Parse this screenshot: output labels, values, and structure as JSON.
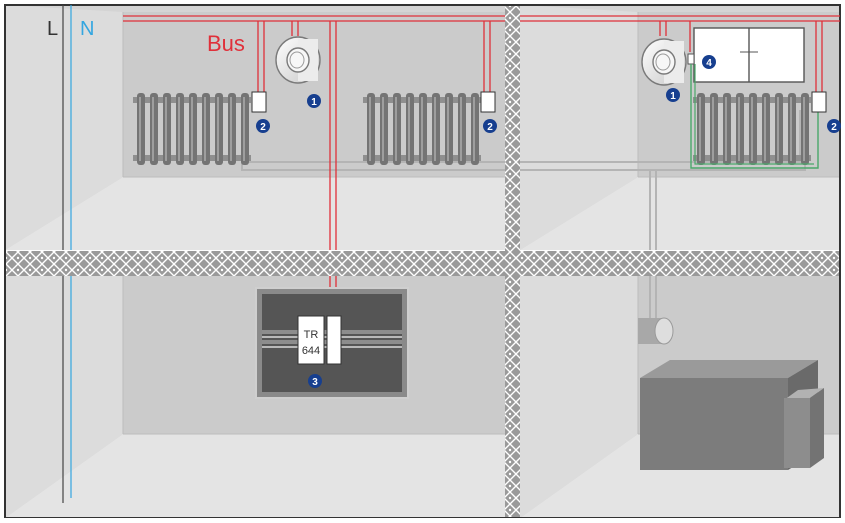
{
  "labels": {
    "line_L": "L",
    "line_N": "N",
    "bus": "Bus",
    "device_line1": "TR",
    "device_line2": "644"
  },
  "markers": {
    "m1_upper_left": "1",
    "m2_upper_left_a": "2",
    "m2_upper_left_b": "2",
    "m1_upper_right": "1",
    "m4_upper_right": "4",
    "m2_upper_right": "2",
    "m3_lower_left": "3"
  },
  "colors": {
    "bus": "#e0303a",
    "neutral": "#34a6e0",
    "live": "#444444",
    "marker": "#173f8f",
    "window_sensor": "#4aa86a",
    "pipe": "#b4b4b4"
  },
  "icons": {
    "room_sensor": "room-thermostat-icon",
    "radiator": "radiator-icon",
    "actuator": "valve-actuator-icon",
    "window": "window-icon",
    "din_rail": "din-rail-icon",
    "boiler": "boiler-icon"
  }
}
